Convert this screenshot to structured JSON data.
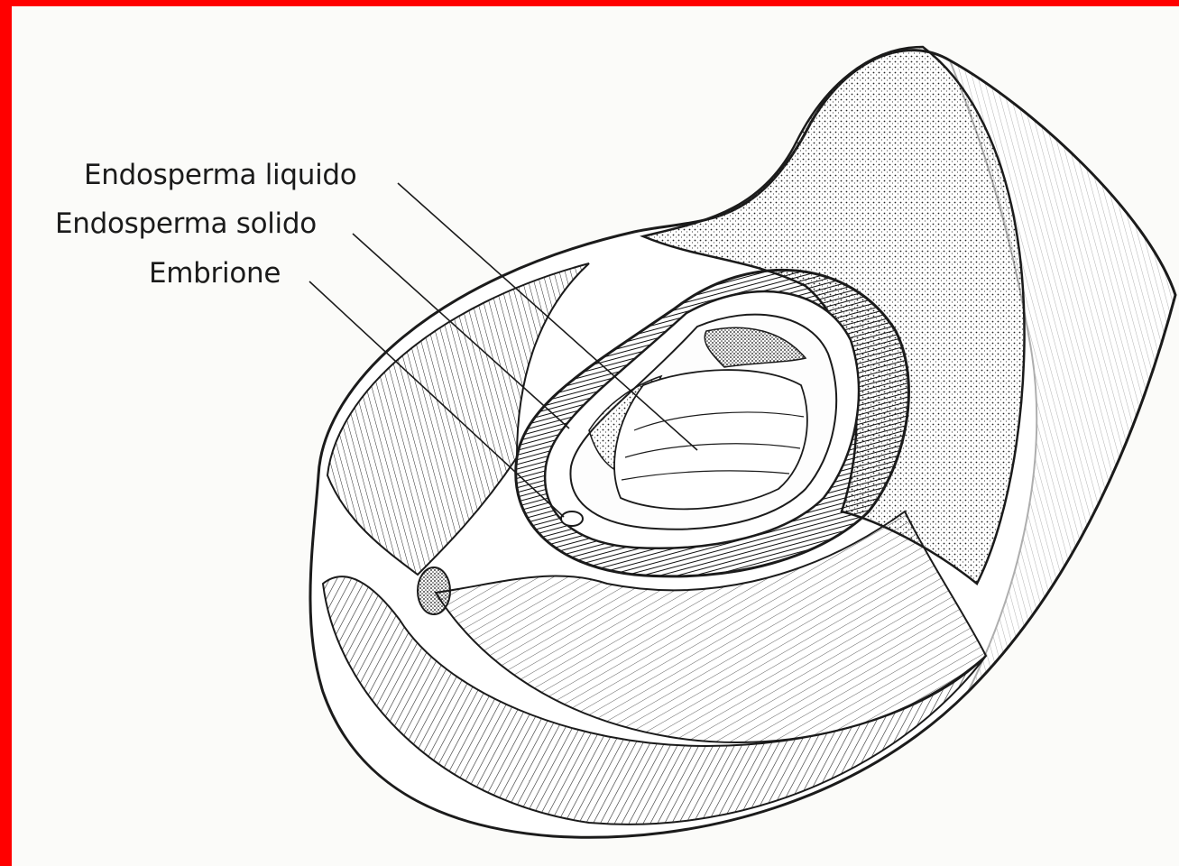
{
  "diagram": {
    "labels": [
      {
        "id": "liquid_endosperm",
        "text": "Endosperma liquido"
      },
      {
        "id": "solid_endosperm",
        "text": "Endosperma solido"
      },
      {
        "id": "embryo",
        "text": "Embrione"
      }
    ]
  },
  "colors": {
    "frame_border": "#ff0000",
    "background": "#fbfbf9",
    "ink": "#1b1b1b"
  }
}
